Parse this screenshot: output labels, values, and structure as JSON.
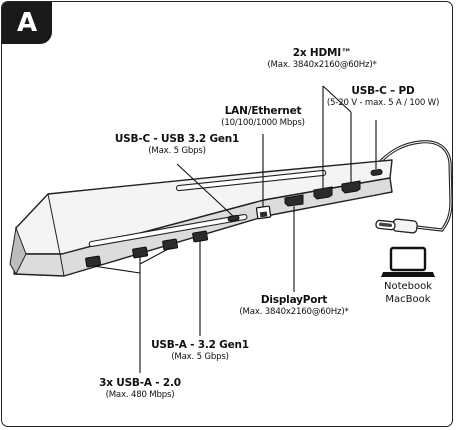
{
  "badge": "A",
  "labels": {
    "hdmi": {
      "title": "2x HDMI™",
      "sub": "(Max. 3840x2160@60Hz)*"
    },
    "usbc_pd": {
      "title": "USB-C – PD",
      "sub": "(5-20 V - max. 5 A / 100 W)"
    },
    "lan": {
      "title": "LAN/Ethernet",
      "sub": "(10/100/1000 Mbps)"
    },
    "usbc_data": {
      "title": "USB-C - USB 3.2 Gen1",
      "sub": "(Max. 5 Gbps)"
    },
    "displayport": {
      "title": "DisplayPort",
      "sub": "(Max. 3840x2160@60Hz)*"
    },
    "usba32": {
      "title": "USB-A - 3.2 Gen1",
      "sub": "(Max. 5 Gbps)"
    },
    "usba20": {
      "title": "3x USB-A - 2.0",
      "sub": "(Max. 480 Mbps)"
    },
    "notebook": {
      "line1": "Notebook",
      "line2": "MacBook"
    }
  },
  "icons": [
    "laptop-icon",
    "usb-c-plug-icon"
  ]
}
